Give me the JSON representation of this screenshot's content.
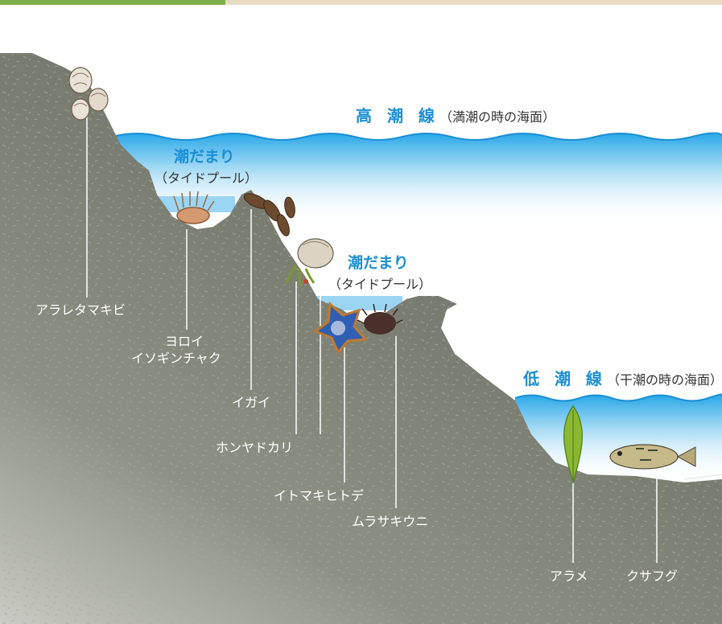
{
  "high_tide": {
    "title": "高 潮 線",
    "note": "（満潮の時の海面）"
  },
  "low_tide": {
    "title": "低 潮 線",
    "note": "（干潮の時の海面）"
  },
  "pool_upper": {
    "title": "潮だまり",
    "sub": "（タイドプール）"
  },
  "pool_lower": {
    "title": "潮だまり",
    "sub": "（タイドプール）"
  },
  "organisms": {
    "periwinkle": "アラレタマキビ",
    "anemone_1": "ヨロイ",
    "anemone_2": "イソギンチャク",
    "mussel": "イガイ",
    "hermit_crab": "ホンヤドカリ",
    "starfish": "イトマキヒトデ",
    "urchin": "ムラサキウニ",
    "seaweed": "アラメ",
    "pufferfish": "クサフグ"
  },
  "colors": {
    "sea": "#1a8fd6",
    "rock": "#7a7d70",
    "rock_light": "#b7b8b0",
    "label_text": "#ffffff",
    "title_blue": "#1a8fd6"
  }
}
